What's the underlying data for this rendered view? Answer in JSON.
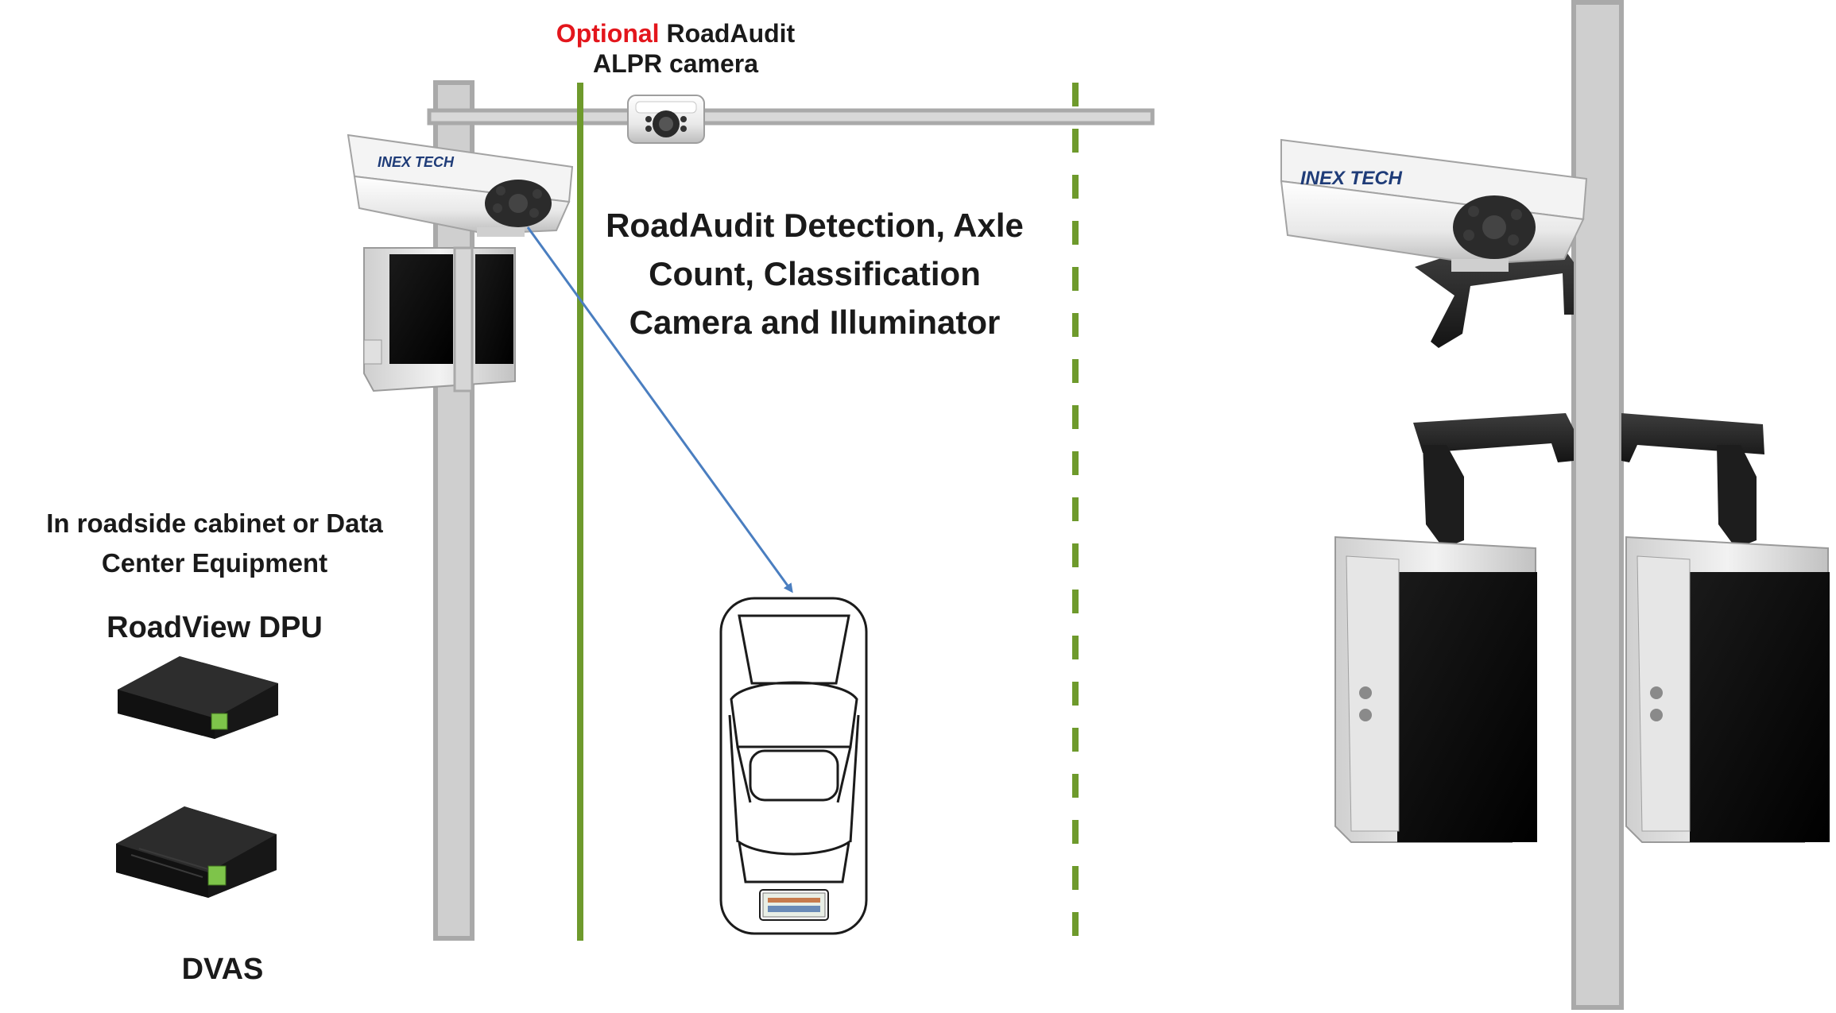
{
  "labels": {
    "optional_word": "Optional",
    "alpr_line1_rest": " RoadAudit",
    "alpr_line2": "ALPR camera",
    "detection_line1": "RoadAudit Detection, Axle",
    "detection_line2": "Count, Classification",
    "detection_line3": "Camera and Illuminator",
    "cabinet_line1": "In roadside cabinet or Data",
    "cabinet_line2": "Center Equipment",
    "roadview": "RoadView DPU",
    "dvas": "DVAS"
  },
  "camera_brand_small": "INEX TECH",
  "camera_brand_large": "INEX TECH",
  "colors": {
    "optional": "#e3161c",
    "lane_line": "#6e9a2c",
    "pole": "#cccccc",
    "arrow": "#4a7ec0",
    "text": "#1a1a1a"
  }
}
